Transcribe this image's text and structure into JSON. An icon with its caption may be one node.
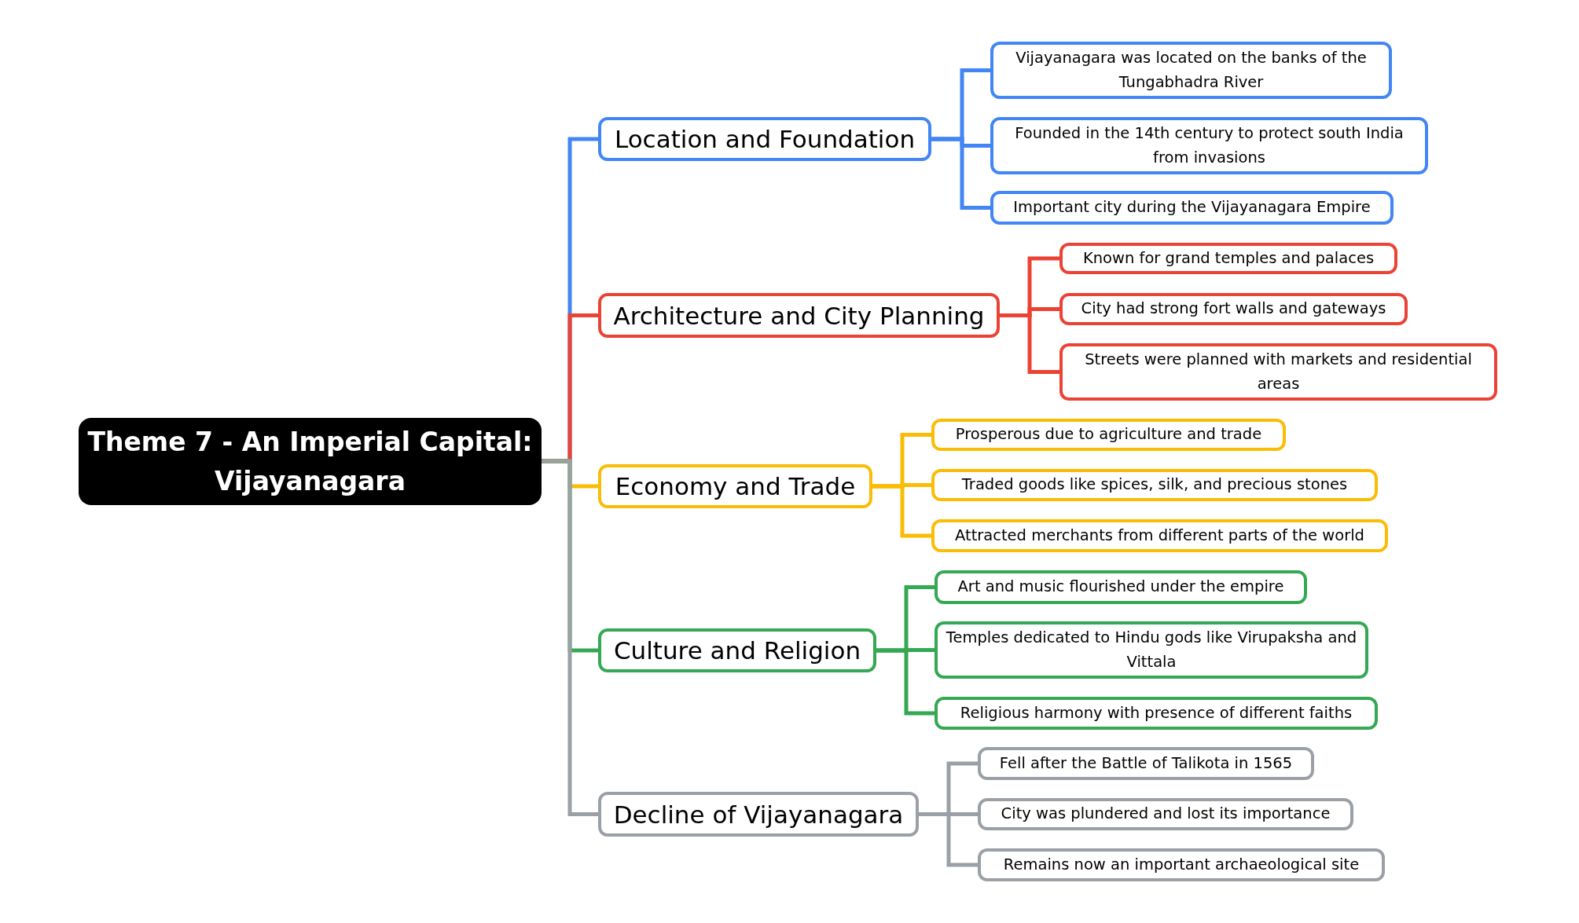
{
  "diagram": {
    "nodes": [
      {
        "text": [
          "Theme 7 - An Imperial Capital: Vijayanagara"
        ]
      },
      {
        "text": [
          "Location and Foundation"
        ]
      },
      {
        "text": [
          "Vijayanagara was located on the banks of the Tungabhadra River"
        ]
      },
      {
        "text": [
          "Founded in the 14th century to protect south India from invasions"
        ]
      },
      {
        "text": [
          "Important city during the Vijayanagara Empire"
        ]
      },
      {
        "text": [
          "Architecture and City Planning"
        ]
      },
      {
        "text": [
          "Known for grand temples and palaces"
        ]
      },
      {
        "text": [
          "City had strong fort walls and gateways"
        ]
      },
      {
        "text": [
          "Streets were planned with markets and residential areas"
        ]
      },
      {
        "text": [
          "Economy and Trade"
        ]
      },
      {
        "text": [
          "Prosperous due to agriculture and trade"
        ]
      },
      {
        "text": [
          "Traded goods like spices, silk, and precious stones"
        ]
      },
      {
        "text": [
          "Attracted merchants from different parts of the world"
        ]
      },
      {
        "text": [
          "Culture and Religion"
        ]
      },
      {
        "text": [
          "Art and music flourished under the empire"
        ]
      },
      {
        "text": [
          "Temples dedicated to Hindu gods like Virupaksha and Vittala"
        ]
      },
      {
        "text": [
          "Religious harmony with presence of different faiths"
        ]
      },
      {
        "text": [
          "Decline of Vijayanagara"
        ]
      },
      {
        "text": [
          "Fell after the Battle of Talikota in 1565"
        ]
      },
      {
        "text": [
          "City was plundered and lost its importance"
        ]
      },
      {
        "text": [
          "Remains now an important archaeological site"
        ]
      }
    ],
    "edges": [
      {
        "from": 0,
        "to": 1,
        "arrow": "none",
        "color": "#4285f4"
      },
      {
        "from": 1,
        "to": 2,
        "arrow": "none",
        "color": "#4285f4"
      },
      {
        "from": 1,
        "to": 3,
        "arrow": "none",
        "color": "#4285f4"
      },
      {
        "from": 1,
        "to": 4,
        "arrow": "none",
        "color": "#4285f4"
      },
      {
        "from": 0,
        "to": 5,
        "arrow": "none",
        "color": "#ea4335"
      },
      {
        "from": 5,
        "to": 6,
        "arrow": "none",
        "color": "#ea4335"
      },
      {
        "from": 5,
        "to": 7,
        "arrow": "none",
        "color": "#ea4335"
      },
      {
        "from": 5,
        "to": 8,
        "arrow": "none",
        "color": "#ea4335"
      },
      {
        "from": 0,
        "to": 9,
        "arrow": "none",
        "color": "#fbbc05"
      },
      {
        "from": 9,
        "to": 10,
        "arrow": "none",
        "color": "#fbbc05"
      },
      {
        "from": 9,
        "to": 11,
        "arrow": "none",
        "color": "#fbbc05"
      },
      {
        "from": 9,
        "to": 12,
        "arrow": "none",
        "color": "#fbbc05"
      },
      {
        "from": 0,
        "to": 13,
        "arrow": "none",
        "color": "#34a853"
      },
      {
        "from": 13,
        "to": 14,
        "arrow": "none",
        "color": "#34a853"
      },
      {
        "from": 13,
        "to": 15,
        "arrow": "none",
        "color": "#34a853"
      },
      {
        "from": 13,
        "to": 16,
        "arrow": "none",
        "color": "#34a853"
      },
      {
        "from": 0,
        "to": 17,
        "arrow": "none",
        "color": "#9aa0a6"
      },
      {
        "from": 17,
        "to": 18,
        "arrow": "none",
        "color": "#9aa0a6"
      },
      {
        "from": 17,
        "to": 19,
        "arrow": "none",
        "color": "#9aa0a6"
      },
      {
        "from": 17,
        "to": 20,
        "arrow": "none",
        "color": "#9aa0a6"
      }
    ]
  }
}
